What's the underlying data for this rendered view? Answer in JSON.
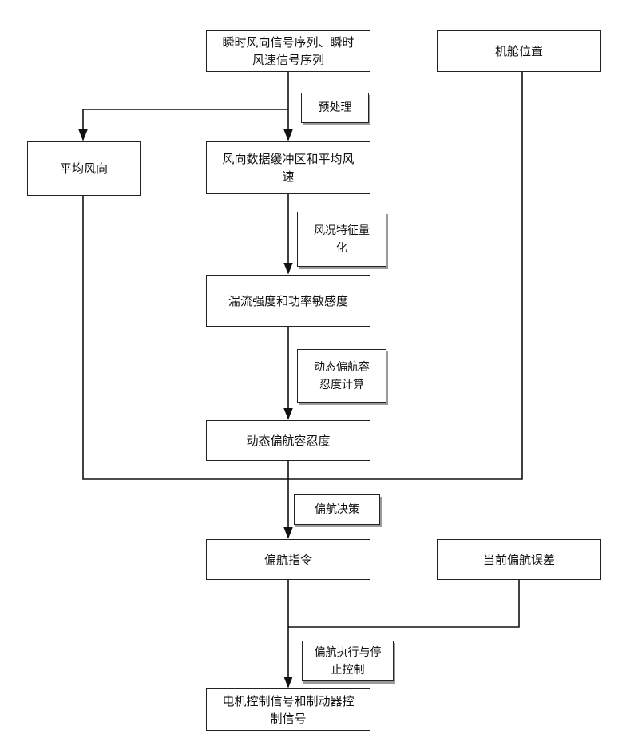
{
  "nodes": {
    "input_signals": "瞬时风向信号序列、瞬时\n风速信号序列",
    "nacelle_position": "机舱位置",
    "avg_direction": "平均风向",
    "buffer": "风向数据缓冲区和平均风\n速",
    "turbulence": "湍流强度和功率敏感度",
    "tolerance": "动态偏航容忍度",
    "yaw_command": "偏航指令",
    "current_error": "当前偏航误差",
    "motor_signal": "电机控制信号和制动器控\n制信号"
  },
  "edge_labels": {
    "preprocess": "预处理",
    "characterize": "风况特征量\n化",
    "tolerance_calc": "动态偏航容\n忍度计算",
    "decision": "偏航决策",
    "execute": "偏航执行与停\n止控制"
  }
}
